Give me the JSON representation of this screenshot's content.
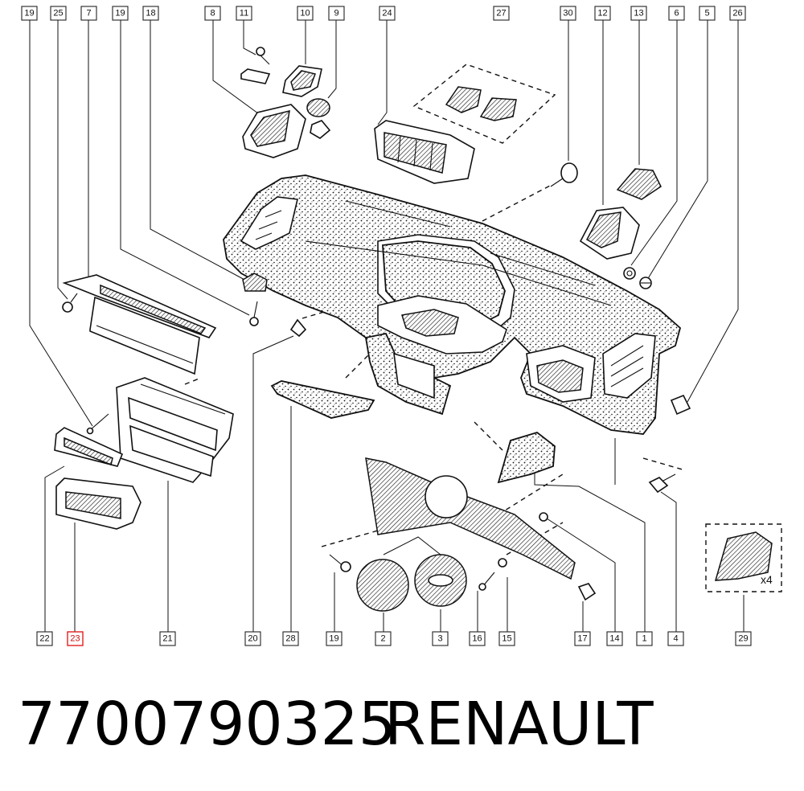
{
  "part_number": "7700790325",
  "brand": "RENAULT",
  "colors": {
    "selected_callout": "#e02020",
    "ink": "#111111"
  },
  "callouts_top": [
    "19",
    "25",
    "7",
    "19",
    "18",
    "8",
    "11",
    "10",
    "9",
    "24",
    "27",
    "30",
    "12",
    "13",
    "6",
    "5",
    "26"
  ],
  "callouts_bottom": [
    "22",
    "23",
    "21",
    "20",
    "28",
    "19",
    "2",
    "3",
    "16",
    "15",
    "17",
    "14",
    "1",
    "4",
    "29"
  ],
  "selected_callout": "23",
  "multiplier_label": "x4"
}
